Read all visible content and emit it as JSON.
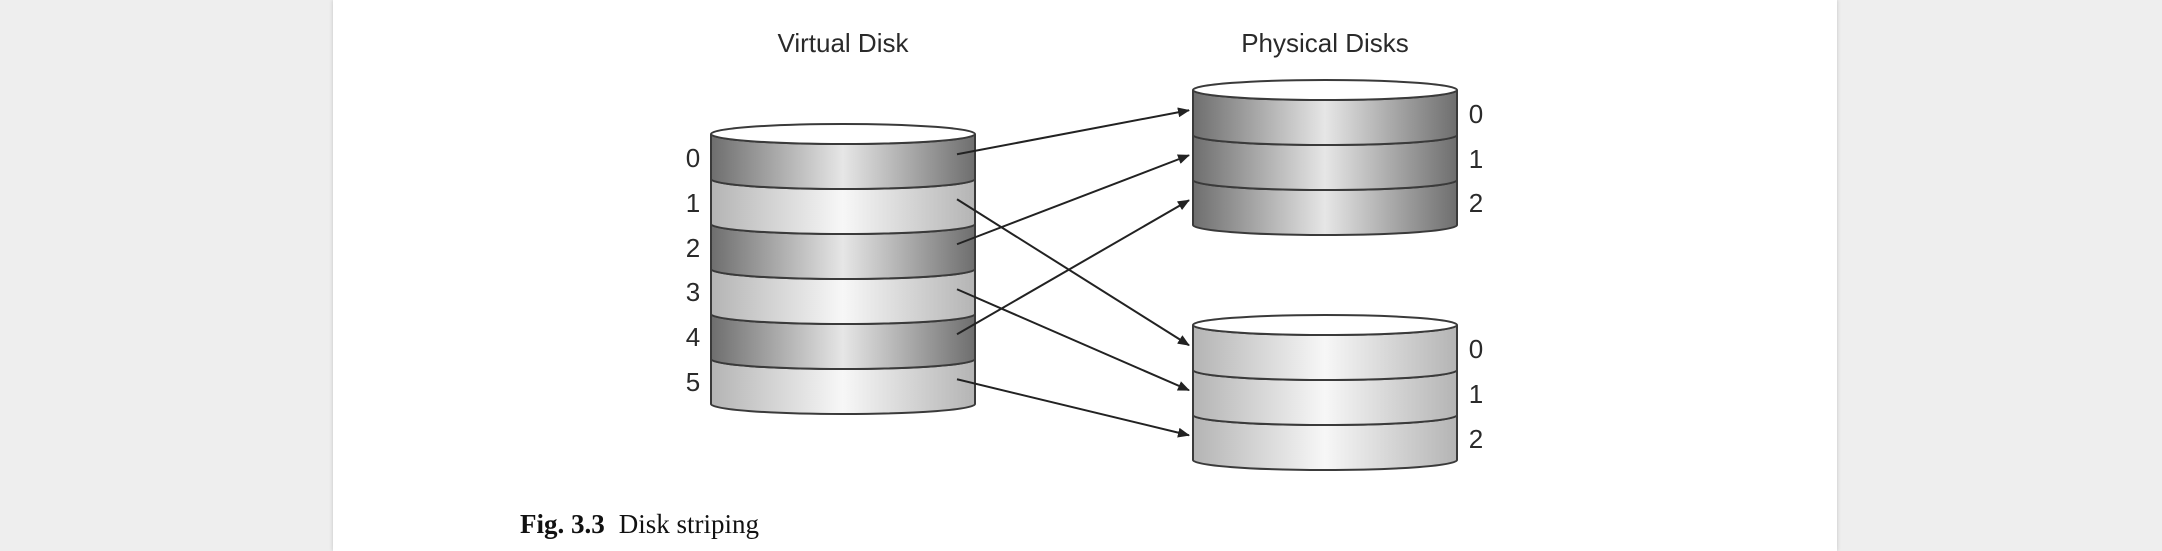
{
  "diagram": {
    "virtual_disk": {
      "title": "Virtual Disk",
      "blocks": [
        "0",
        "1",
        "2",
        "3",
        "4",
        "5"
      ]
    },
    "physical_disks": {
      "title": "Physical Disks",
      "disks": [
        {
          "blocks": [
            "0",
            "1",
            "2"
          ]
        },
        {
          "blocks": [
            "0",
            "1",
            "2"
          ]
        }
      ]
    },
    "mapping": [
      {
        "from_block": "0",
        "to_disk": 1,
        "to_block": "0"
      },
      {
        "from_block": "1",
        "to_disk": 2,
        "to_block": "0"
      },
      {
        "from_block": "2",
        "to_disk": 1,
        "to_block": "1"
      },
      {
        "from_block": "3",
        "to_disk": 2,
        "to_block": "1"
      },
      {
        "from_block": "4",
        "to_disk": 1,
        "to_block": "2"
      },
      {
        "from_block": "5",
        "to_disk": 2,
        "to_block": "2"
      }
    ],
    "colors": {
      "dark_band": "#8a8a8a",
      "light_band": "#c8c8c8",
      "outline": "#3a3a3a"
    }
  },
  "caption": {
    "number": "Fig. 3.3",
    "text": "Disk striping"
  }
}
